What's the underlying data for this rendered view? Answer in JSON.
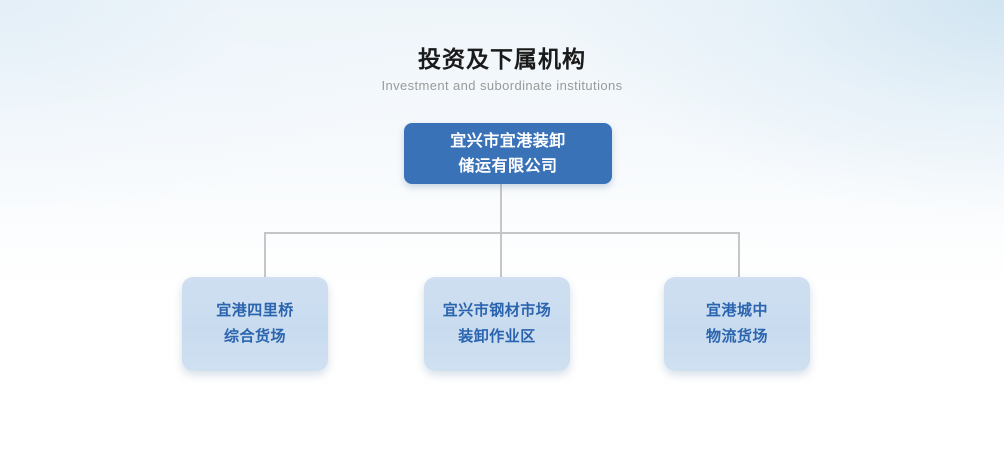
{
  "header": {
    "title": "投资及下属机构",
    "subtitle": "Investment and subordinate institutions"
  },
  "colors": {
    "root_node_bg": "#3a72b8",
    "root_node_text": "#ffffff",
    "child_node_bg": "#c9dcef",
    "child_node_text": "#2b64ae",
    "connector_line": "#c6c6c6",
    "title_text": "#1a1a1a",
    "subtitle_text": "#9a9a9a",
    "page_background": "#ffffff"
  },
  "org_chart": {
    "root": {
      "line1": "宜兴市宜港装卸",
      "line2": "储运有限公司"
    },
    "children": [
      {
        "line1": "宜港四里桥",
        "line2": "综合货场"
      },
      {
        "line1": "宜兴市钢材市场",
        "line2": "装卸作业区"
      },
      {
        "line1": "宜港城中",
        "line2": "物流货场"
      }
    ]
  }
}
